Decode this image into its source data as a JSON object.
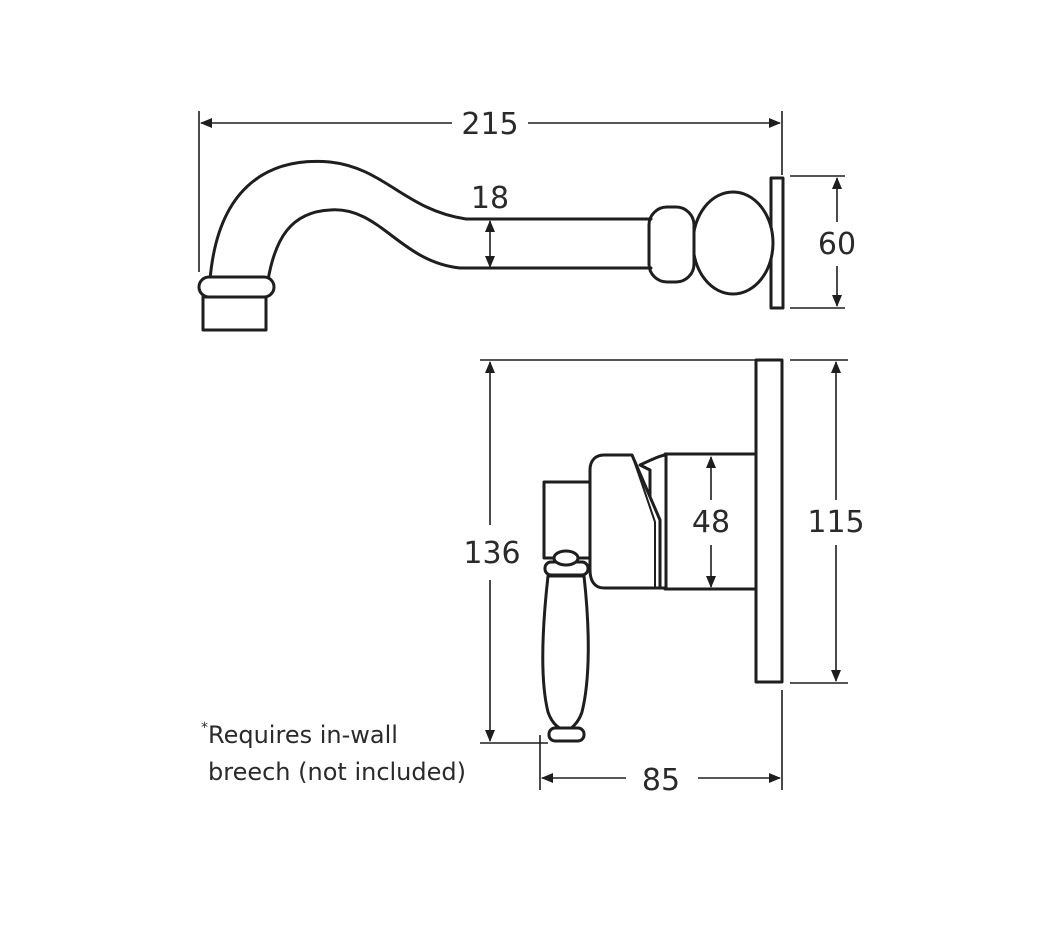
{
  "dimensions": {
    "spout_length": "215",
    "spout_diameter": "18",
    "spout_plate_height": "60",
    "mixer_overall_height": "136",
    "mixer_body_height": "48",
    "mixer_plate_height": "115",
    "mixer_projection": "85"
  },
  "note": {
    "asterisk": "*",
    "line1": "Requires in-wall",
    "line2": "breech (not included)"
  }
}
